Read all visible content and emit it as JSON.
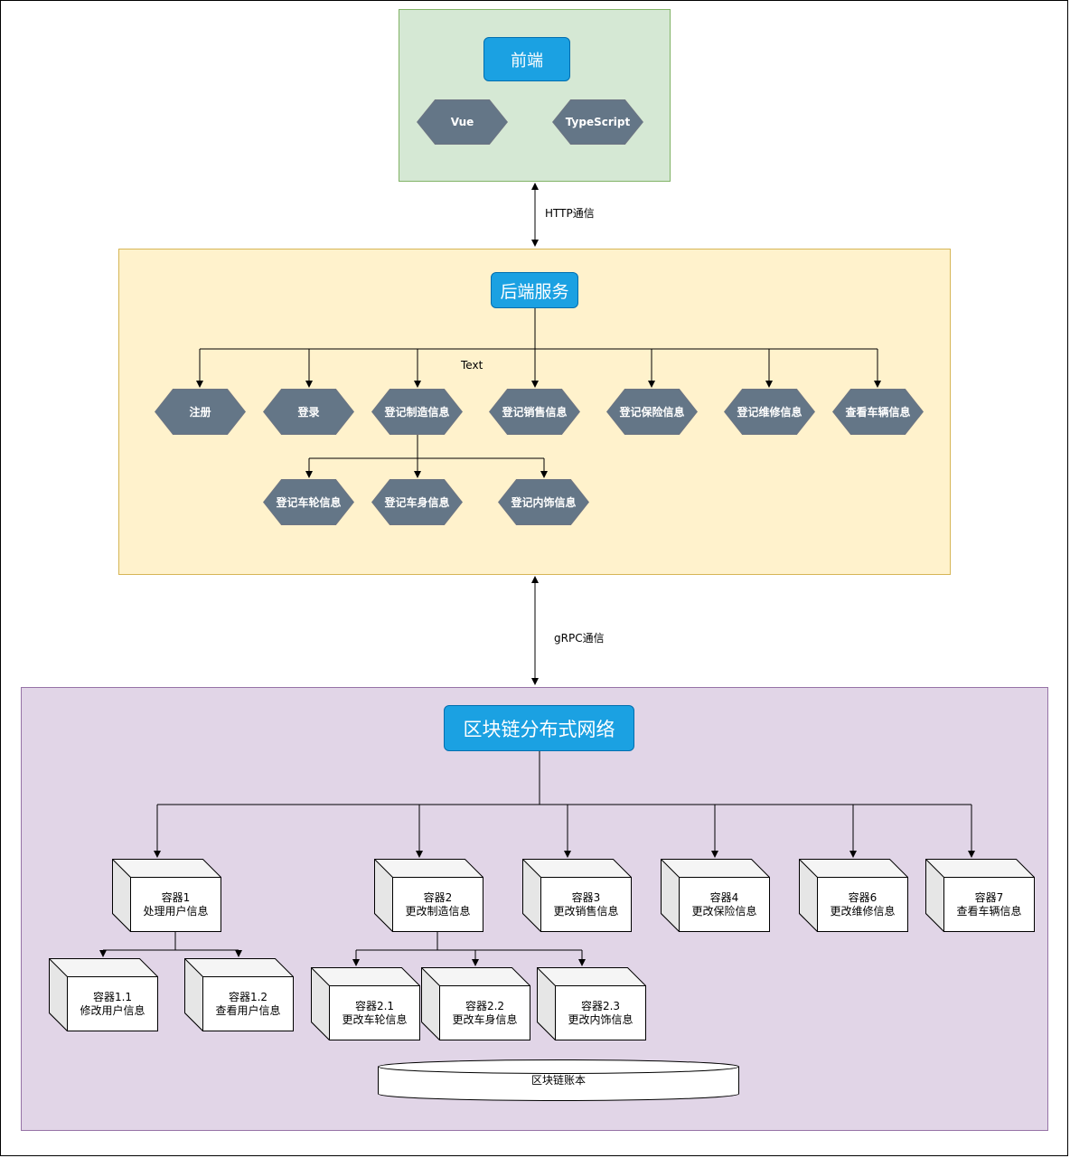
{
  "frontend": {
    "title": "前端",
    "techs": [
      "Vue",
      "TypeScript"
    ]
  },
  "http_label": "HTTP通信",
  "backend": {
    "title": "后端服务",
    "text_label": "Text",
    "services": [
      "注册",
      "登录",
      "登记制造信息",
      "登记销售信息",
      "登记保险信息",
      "登记维修信息",
      "查看车辆信息"
    ],
    "sub_services": [
      "登记车轮信息",
      "登记车身信息",
      "登记内饰信息"
    ]
  },
  "grpc_label": "gRPC通信",
  "blockchain": {
    "title": "区块链分布式网络",
    "containers": [
      {
        "name": "容器1",
        "desc": "处理用户信息"
      },
      {
        "name": "容器2",
        "desc": "更改制造信息"
      },
      {
        "name": "容器3",
        "desc": "更改销售信息"
      },
      {
        "name": "容器4",
        "desc": "更改保险信息"
      },
      {
        "name": "容器6",
        "desc": "更改维修信息"
      },
      {
        "name": "容器7",
        "desc": "查看车辆信息"
      }
    ],
    "sub_containers_1": [
      {
        "name": "容器1.1",
        "desc": "修改用户信息"
      },
      {
        "name": "容器1.2",
        "desc": "查看用户信息"
      }
    ],
    "sub_containers_2": [
      {
        "name": "容器2.1",
        "desc": "更改车轮信息"
      },
      {
        "name": "容器2.2",
        "desc": "更改车身信息"
      },
      {
        "name": "容器2.3",
        "desc": "更改内饰信息"
      }
    ],
    "ledger": "区块链账本"
  },
  "colors": {
    "frontend_bg": "#d5e8d4",
    "backend_bg": "#fff2cc",
    "chain_bg": "#e1d5e7",
    "title_blue": "#1ba1e2",
    "hex_gray": "#647687"
  }
}
